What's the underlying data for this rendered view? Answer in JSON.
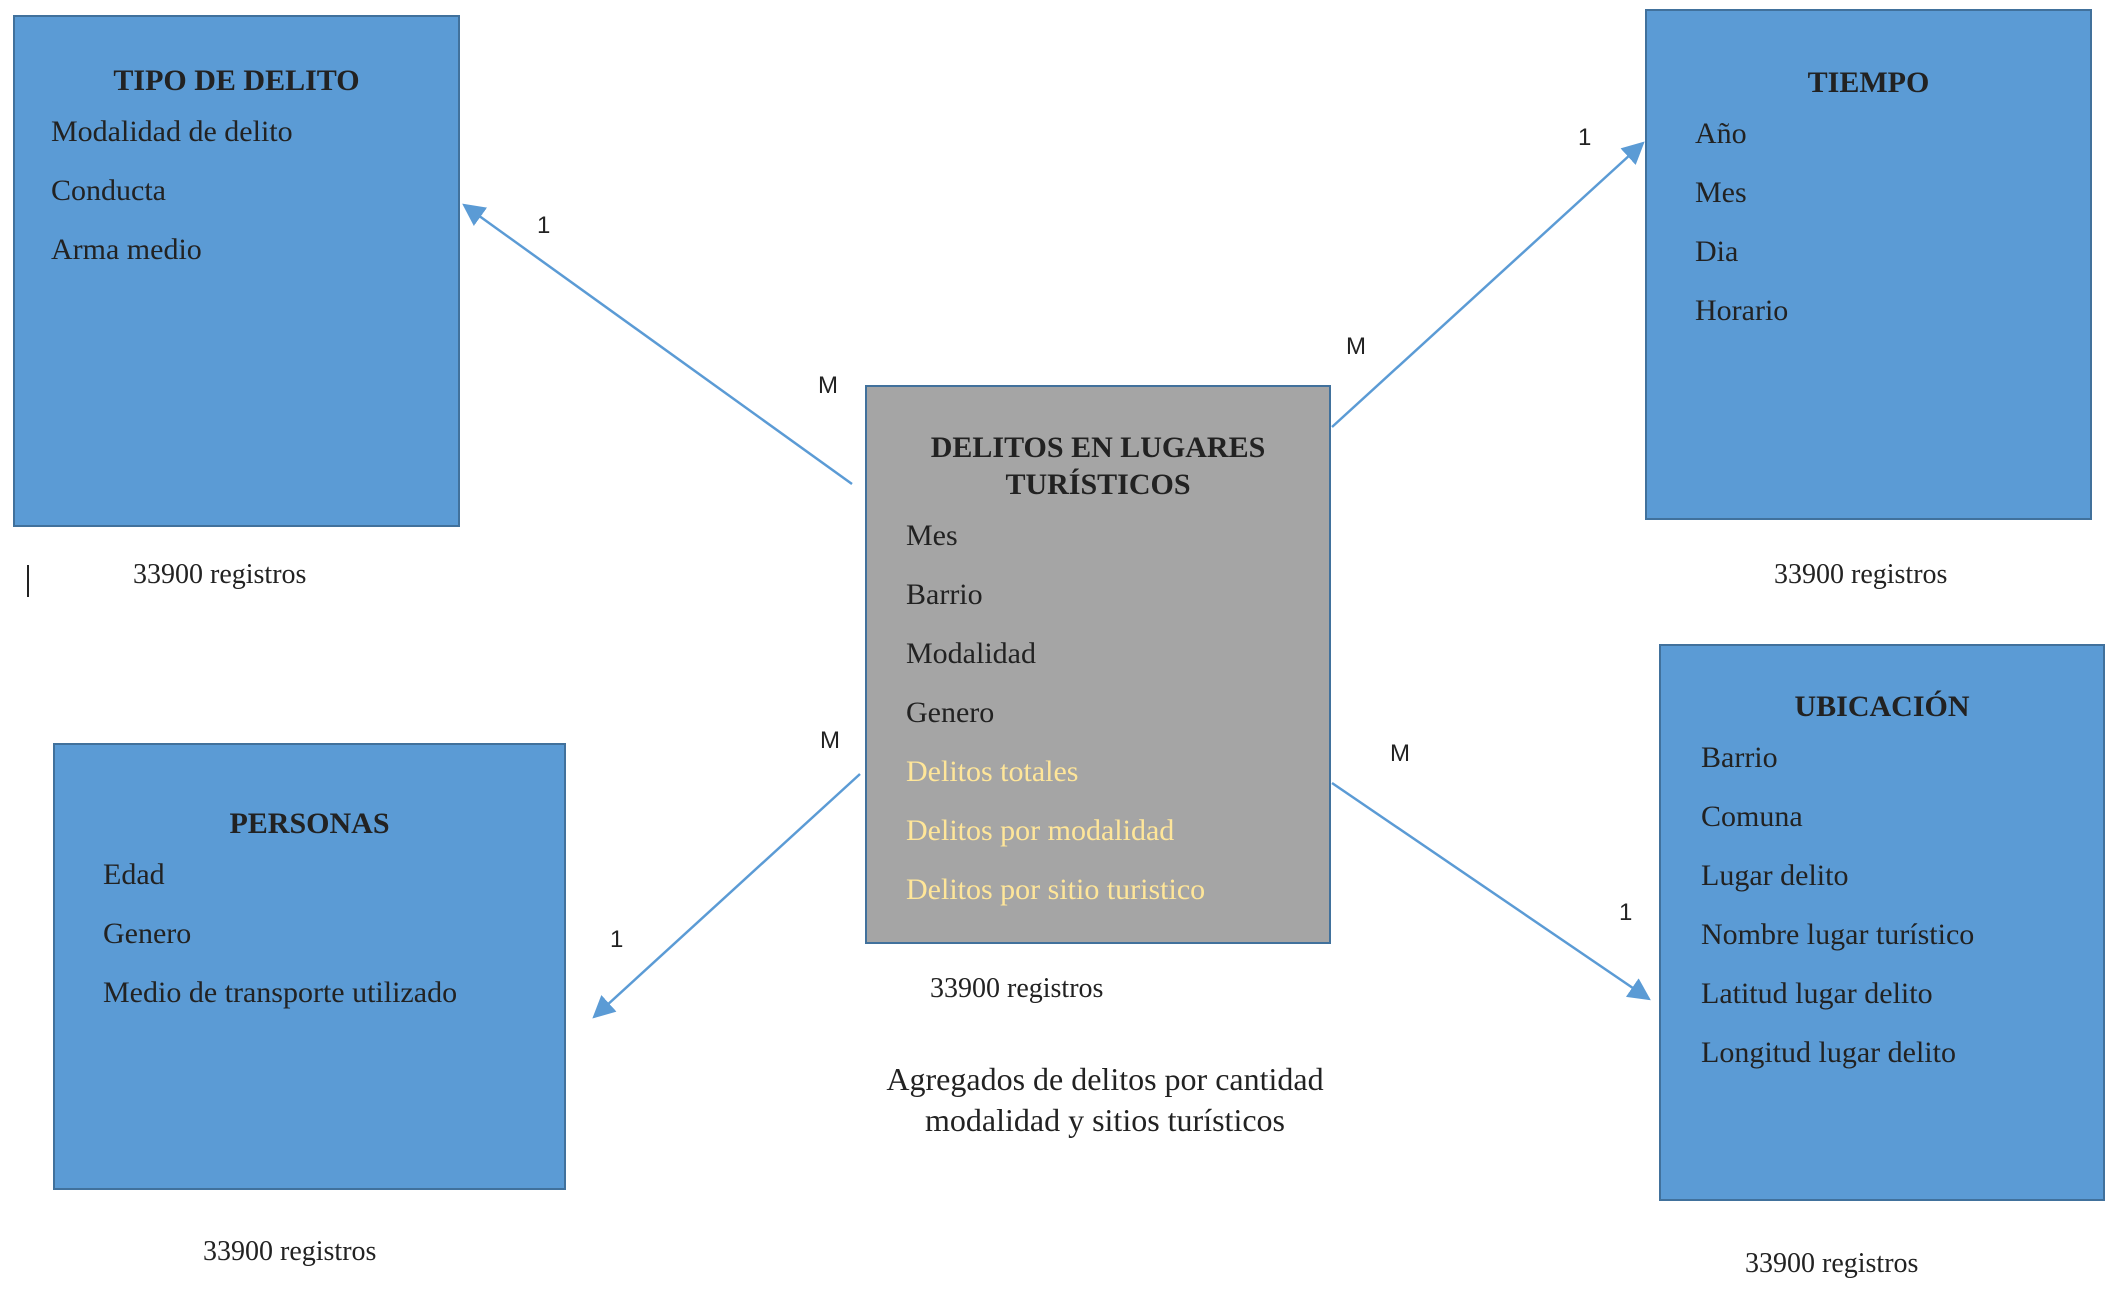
{
  "entities": {
    "tipo_delito": {
      "title": "TIPO DE DELITO",
      "fields": [
        "Modalidad de delito",
        "Conducta",
        "Arma medio"
      ],
      "records": "33900 registros"
    },
    "tiempo": {
      "title": "TIEMPO",
      "fields": [
        "Año",
        "Mes",
        "Dia",
        "Horario"
      ],
      "records": "33900 registros"
    },
    "personas": {
      "title": "PERSONAS",
      "fields": [
        "Edad",
        "Genero",
        "Medio de transporte utilizado"
      ],
      "records": "33900 registros"
    },
    "ubicacion": {
      "title": "UBICACIÓN",
      "fields": [
        "Barrio",
        "Comuna",
        "Lugar delito",
        "Nombre lugar turístico",
        "Latitud lugar delito",
        "Longitud lugar delito"
      ],
      "records": "33900 registros"
    },
    "hechos": {
      "title_line1": "DELITOS EN LUGARES",
      "title_line2": "TURÍSTICOS",
      "fields": [
        "Mes",
        "Barrio",
        "Modalidad",
        "Genero"
      ],
      "measures": [
        "Delitos totales",
        "Delitos por modalidad",
        "Delitos por sitio turistico"
      ],
      "records": "33900 registros"
    }
  },
  "caption": {
    "line1": "Agregados de delitos por cantidad",
    "line2": "modalidad y sitios turísticos"
  },
  "relations": {
    "tipo_delito": {
      "many": "M",
      "one": "1"
    },
    "tiempo": {
      "many": "M",
      "one": "1"
    },
    "personas": {
      "many": "M",
      "one": "1"
    },
    "ubicacion": {
      "many": "M",
      "one": "1"
    }
  },
  "colors": {
    "dimension_fill": "#5b9bd5",
    "fact_fill": "#a5a5a5",
    "measure_text": "#ffe699",
    "connector": "#5b9bd5"
  }
}
